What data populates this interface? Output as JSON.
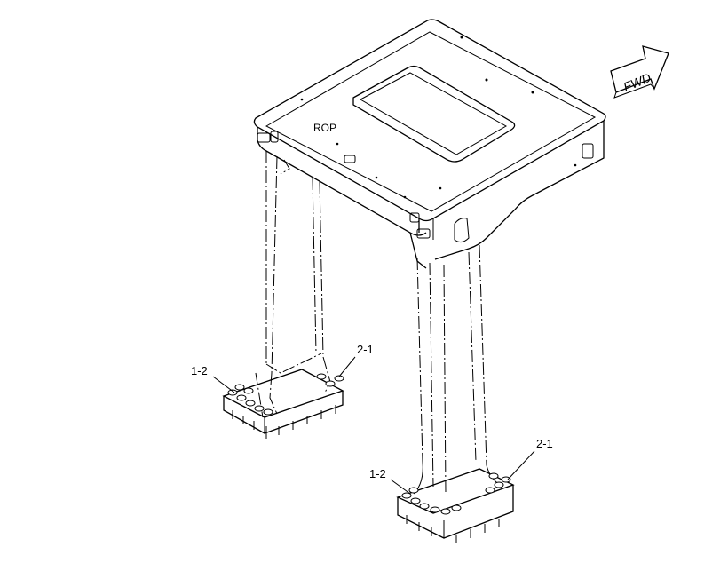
{
  "labels": {
    "rop": "ROP",
    "fwd": "FWD",
    "left_foot_outer": "1-2",
    "left_foot_inner": "2-1",
    "right_foot_outer": "1-2",
    "right_foot_inner": "2-1"
  },
  "colors": {
    "line": "#000000",
    "background": "#ffffff"
  }
}
